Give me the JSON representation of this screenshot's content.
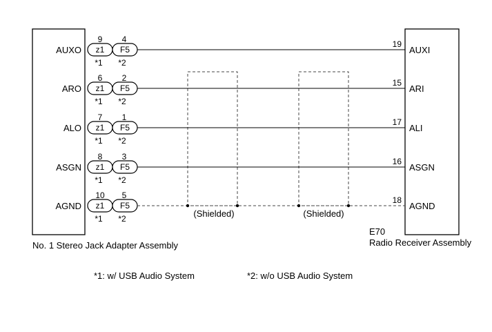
{
  "left_component": {
    "name": "No. 1 Stereo Jack Adapter Assembly"
  },
  "right_component": {
    "code": "E70",
    "name": "Radio Receiver Assembly"
  },
  "connectors": {
    "a": "z1",
    "b": "F5",
    "a_note": "*1",
    "b_note": "*2"
  },
  "rows": [
    {
      "left_signal": "AUXO",
      "pin_a": "9",
      "pin_b": "4",
      "right_pin": "19",
      "right_signal": "AUXI",
      "shielded": false
    },
    {
      "left_signal": "ARO",
      "pin_a": "6",
      "pin_b": "2",
      "right_pin": "15",
      "right_signal": "ARI",
      "shielded": false
    },
    {
      "left_signal": "ALO",
      "pin_a": "7",
      "pin_b": "1",
      "right_pin": "17",
      "right_signal": "ALI",
      "shielded": false
    },
    {
      "left_signal": "ASGN",
      "pin_a": "8",
      "pin_b": "3",
      "right_pin": "16",
      "right_signal": "ASGN",
      "shielded": false
    },
    {
      "left_signal": "AGND",
      "pin_a": "10",
      "pin_b": "5",
      "right_pin": "18",
      "right_signal": "AGND",
      "shielded": true
    }
  ],
  "shield_label": "(Shielded)",
  "notes": {
    "note1": "*1: w/ USB Audio System",
    "note2": "*2: w/o USB Audio System"
  }
}
